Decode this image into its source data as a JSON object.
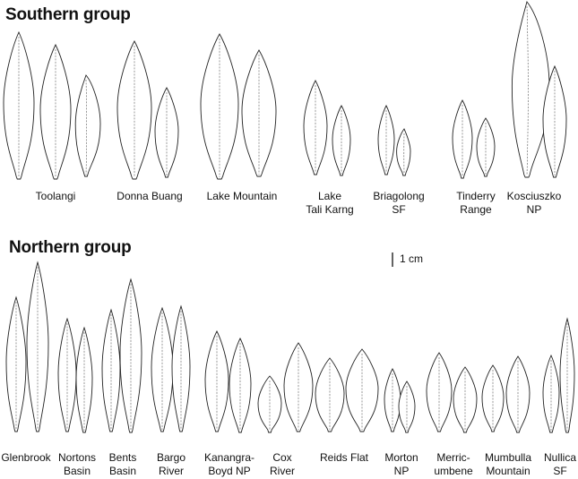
{
  "southern_group": {
    "title": "Southern group",
    "sites": [
      {
        "label": "Toolangi"
      },
      {
        "label": "Donna Buang"
      },
      {
        "label": "Lake Mountain"
      },
      {
        "label": "Lake\nTali Karng"
      },
      {
        "label": "Briagolong\nSF"
      },
      {
        "label": "Tinderry\nRange"
      },
      {
        "label": "Kosciuszko\nNP"
      }
    ]
  },
  "northern_group": {
    "title": "Northern group",
    "sites": [
      {
        "label": "Glenbrook"
      },
      {
        "label": "Nortons\nBasin"
      },
      {
        "label": "Bents\nBasin"
      },
      {
        "label": "Bargo\nRiver"
      },
      {
        "label": "Kanangra-\nBoyd NP"
      },
      {
        "label": "Cox\nRiver"
      },
      {
        "label": "Reids Flat"
      },
      {
        "label": "Morton\nNP"
      },
      {
        "label": "Merric-\numbene"
      },
      {
        "label": "Mumbulla\nMountain"
      },
      {
        "label": "Nullica\nSF"
      }
    ]
  },
  "scale_bar": {
    "label": "1 cm"
  }
}
